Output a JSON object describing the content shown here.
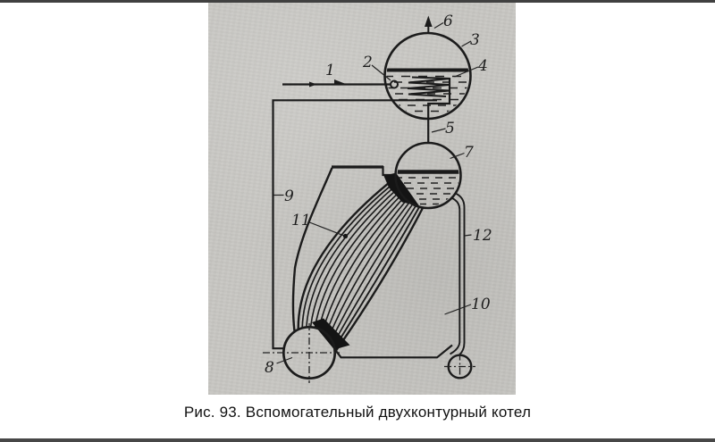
{
  "figure": {
    "caption": "Рис. 93. Вспомогательный двухконтурный котел",
    "paper_color": "#c8c7c3",
    "ink_color": "#1b1b1b",
    "labels": [
      "1",
      "2",
      "3",
      "4",
      "5",
      "6",
      "7",
      "8",
      "9",
      "10",
      "11",
      "12"
    ]
  },
  "diagram_parts": {
    "1": "inlet-steam-line",
    "2": "inlet-nozzle",
    "3": "upper-drum",
    "4": "heating-coil",
    "5": "connecting-pipe",
    "6": "vent-arrow",
    "7": "secondary-drum",
    "8": "lower-drum",
    "9": "left-downcomer",
    "10": "right-downcomer-lower",
    "11": "tube-bundle",
    "12": "right-downcomer-upper"
  }
}
